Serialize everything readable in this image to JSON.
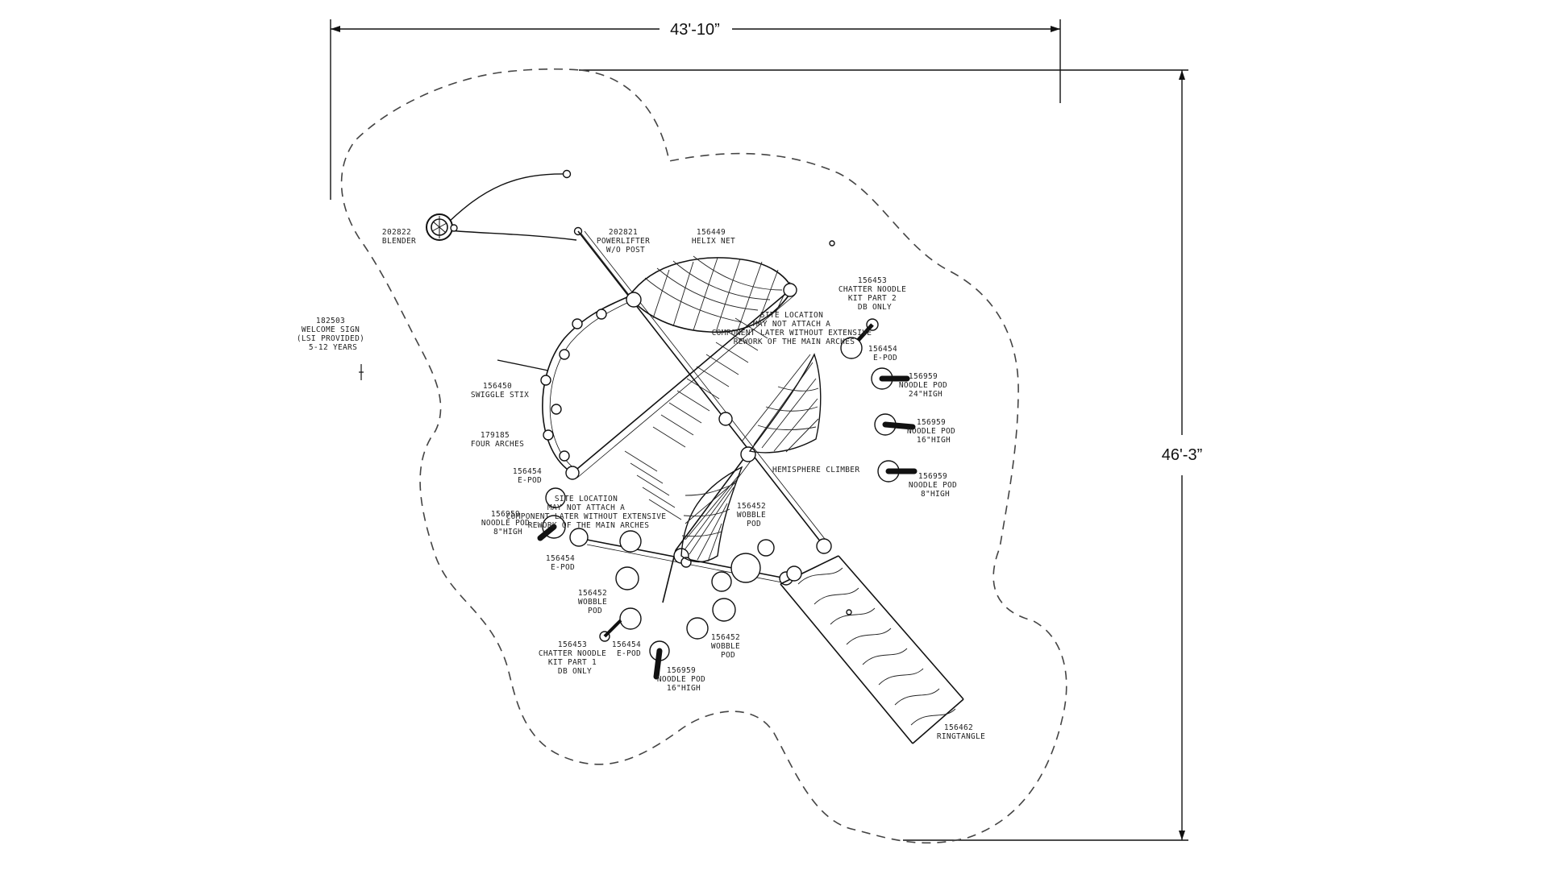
{
  "dimensions": {
    "width": "43'-10”",
    "height": "46'-3”"
  },
  "labels": [
    {
      "id": "lbl-blender",
      "lines": [
        "202822",
        "BLENDER"
      ]
    },
    {
      "id": "lbl-powerlifter",
      "lines": [
        "202821",
        "POWERLIFTER",
        "W/O POST"
      ]
    },
    {
      "id": "lbl-helix",
      "lines": [
        "156449",
        "HELIX NET"
      ]
    },
    {
      "id": "lbl-chatter2",
      "lines": [
        "156453",
        "CHATTER NOODLE",
        "KIT PART 2",
        "DB ONLY"
      ]
    },
    {
      "id": "lbl-welcome",
      "lines": [
        "182503",
        "WELCOME SIGN",
        "(LSI PROVIDED)",
        "5-12 YEARS"
      ]
    },
    {
      "id": "lbl-note-top",
      "lines": [
        "SITE LOCATION",
        "MAY NOT ATTACH A",
        "COMPONENT LATER WITHOUT EXTENSIVE",
        "REWORK OF THE MAIN ARCHES"
      ]
    },
    {
      "id": "lbl-epod-right",
      "lines": [
        "156454",
        "E-POD"
      ]
    },
    {
      "id": "lbl-noodle24",
      "lines": [
        "156959",
        "NOODLE POD",
        "24\"HIGH"
      ]
    },
    {
      "id": "lbl-noodle16-right",
      "lines": [
        "156959",
        "NOODLE POD",
        "16\"HIGH"
      ]
    },
    {
      "id": "lbl-noodle8-right",
      "lines": [
        "156959",
        "NOODLE POD",
        "8\"HIGH"
      ]
    },
    {
      "id": "lbl-swiggle",
      "lines": [
        "156450",
        "SWIGGLE STIX"
      ]
    },
    {
      "id": "lbl-arches",
      "lines": [
        "179185",
        "FOUR ARCHES"
      ]
    },
    {
      "id": "lbl-epod-left1",
      "lines": [
        "156454",
        "E-POD"
      ]
    },
    {
      "id": "lbl-hemisphere",
      "lines": [
        "HEMISPHERE CLIMBER"
      ]
    },
    {
      "id": "lbl-note-left",
      "lines": [
        "SITE LOCATION",
        "MAY NOT ATTACH A",
        "COMPONENT LATER WITHOUT EXTENSIVE",
        "REWORK OF THE MAIN ARCHES"
      ]
    },
    {
      "id": "lbl-noodle8-left",
      "lines": [
        "156959",
        "NOODLE POD",
        "8\"HIGH"
      ]
    },
    {
      "id": "lbl-wobble1",
      "lines": [
        "156452",
        "WOBBLE",
        "POD"
      ]
    },
    {
      "id": "lbl-epod-left2",
      "lines": [
        "156454",
        "E-POD"
      ]
    },
    {
      "id": "lbl-wobble2",
      "lines": [
        "156452",
        "WOBBLE",
        "POD"
      ]
    },
    {
      "id": "lbl-chatter1",
      "lines": [
        "156453",
        "CHATTER NOODLE",
        "KIT PART 1",
        "DB ONLY"
      ]
    },
    {
      "id": "lbl-epod-bottom",
      "lines": [
        "156454",
        "E-POD"
      ]
    },
    {
      "id": "lbl-wobble3",
      "lines": [
        "156452",
        "WOBBLE",
        "POD"
      ]
    },
    {
      "id": "lbl-noodle16-bottom",
      "lines": [
        "156959",
        "NOODLE POD",
        "16\"HIGH"
      ]
    },
    {
      "id": "lbl-ringtangle",
      "lines": [
        "156462",
        "RINGTANGLE"
      ]
    }
  ]
}
